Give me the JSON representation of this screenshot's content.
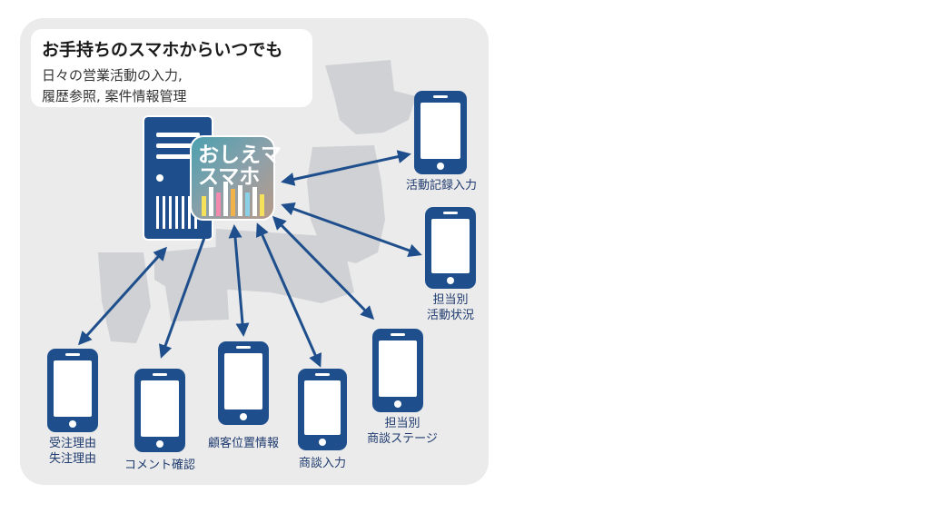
{
  "caption": {
    "title": "お手持ちのスマホからいつでも",
    "line1": "日々の営業活動の入力,",
    "line2": "履歴参照, 案件情報管理"
  },
  "app_icon": {
    "line1": "おしえマ",
    "line2": "スマホ"
  },
  "phones": {
    "activity_record": "活動記録入力",
    "staff_status": [
      "担当別",
      "活動状況"
    ],
    "staff_negotiation": [
      "担当別",
      "商談ステージ"
    ],
    "negotiation_input": "商談入力",
    "customer_location": "顧客位置情報",
    "comment_confirm": "コメント確認",
    "order_reason": [
      "受注理由",
      "失注理由"
    ]
  },
  "colors": {
    "device": "#1e4f8c",
    "arrow": "#1e4f8c",
    "panel": "#ebebeb",
    "map": "#cfd1d4"
  }
}
